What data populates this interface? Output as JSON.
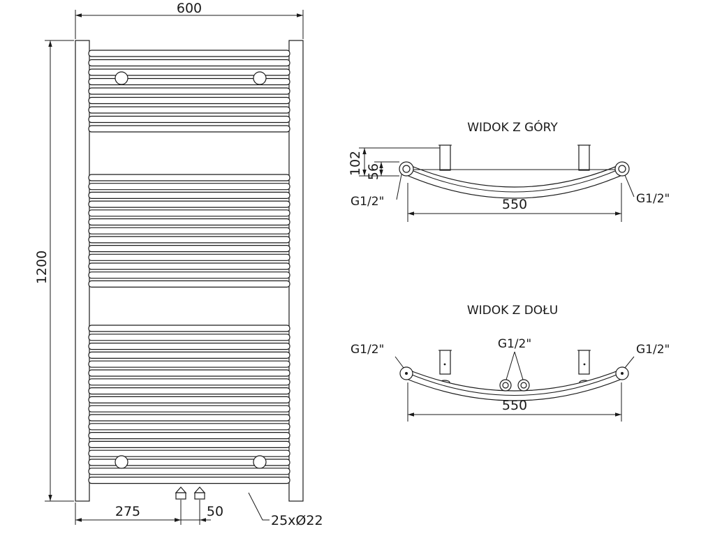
{
  "front_view": {
    "width_dim": "600",
    "height_dim": "1200",
    "offset_dim": "275",
    "spacing_dim": "50",
    "tubes_label": "25xØ22"
  },
  "top_view": {
    "title": "WIDOK Z GÓRY",
    "depth_total": "102",
    "depth_inner": "56",
    "connector_left": "G1/2\"",
    "connector_right": "G1/2\"",
    "span": "550"
  },
  "bottom_view": {
    "title": "WIDOK Z DOŁU",
    "connector_left": "G1/2\"",
    "connector_center": "G1/2\"",
    "connector_right": "G1/2\"",
    "span": "550"
  },
  "colors": {
    "line": "#1a1a1a",
    "background": "#ffffff"
  }
}
